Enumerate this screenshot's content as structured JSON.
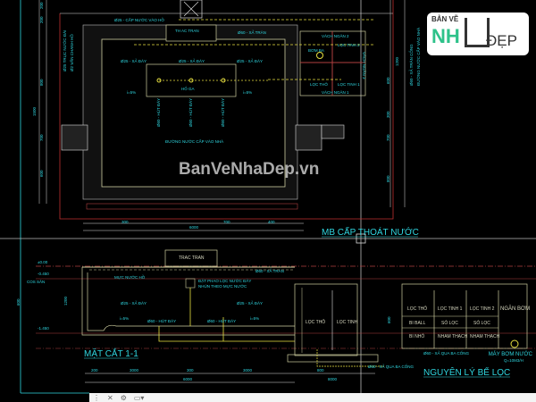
{
  "plan": {
    "title": "MB CẤP THOÁT NƯỚC",
    "labels": [
      "Ø25 - CẤP NƯỚC VÀO HỒ",
      "TH AC TRAN",
      "Ø60 - XẢ TRÀN",
      "Ø25 - XẢ ĐÁY",
      "Ø25 - XẢ ĐÁY",
      "Ø25 - XẢ ĐÁY",
      "HỐ GA",
      "Ø60 - HÚT ĐÁY",
      "Ø60 - HÚT ĐÁY",
      "Ø60 - HÚT ĐÁY",
      "ĐƯỜNG NƯỚC CẤP VÀO NHÀ",
      "i=5%",
      "i=5%",
      "VÁCH NGĂN 2",
      "VÁCH NGĂN 1",
      "LỌC THÔ",
      "LỌC TINH 1",
      "LỌC TINH 2",
      "BƠM BA",
      "VÁCH NGĂN 3",
      "Ø60 - XẢ TRÀN CỐNG",
      "ĐƯỜNG NƯỚC CẤP VÀO NHÀ",
      "Ø25 TRỤC NƯỚC ĐÀI",
      "Ø2 VẤN CHANH HỒ"
    ],
    "dims": [
      "200",
      "200",
      "800",
      "1500",
      "6000",
      "700",
      "600",
      "300",
      "1200",
      "600",
      "300",
      "700",
      "800",
      "700",
      "400"
    ]
  },
  "section": {
    "title": "MẶT CẮT 1-1",
    "labels": [
      "TRAC TRAN",
      "MỰC NƯỚC HỒ",
      "ĐẶT PHAO LỌC NƯỚC ĐÂY",
      "NHÚN THEO MỰC NƯỚC",
      "Ø25 - XẢ ĐÁY",
      "Ø25 - XẢ ĐÁY",
      "Ø60 - HÚT ĐÁY",
      "Ø60 - HÚT ĐÁY",
      "Ø60 - XẢ TRÀN",
      "i=5%",
      "i=5%",
      "LỌC THÔ",
      "LỌC TINH",
      "Ø60 - XẢ QUA BA CỐNG",
      "±0.00",
      "-0.450",
      "COS SÂN",
      "-1.450"
    ],
    "dims": [
      "200",
      "3000",
      "300",
      "3000",
      "800",
      "6000",
      "8000",
      "600",
      "1200",
      "600"
    ]
  },
  "principle": {
    "title": "NGUYÊN LÝ BỂ LỌC",
    "headers": [
      "LỌC THÔ",
      "LỌC TINH 1",
      "LỌC TINH 2",
      "NGĂN BƠM"
    ],
    "row1": [
      "BI BALL",
      "SỎ LỌC",
      "SỎ LỌC"
    ],
    "row2": [
      "BI NHỎ",
      "NHAM THẠCH",
      "NHAM THẠCH"
    ],
    "notes": [
      "Ø60 - XẢ QUA BA CỐNG",
      "MÁY BƠM NƯỚC",
      "Q=10M3/H"
    ]
  },
  "watermark": "BanVeNhaDep.vn",
  "logo": {
    "line1": "BẢN VẼ",
    "line2": "NH",
    "line3": "ĐẸP"
  },
  "statusbar": {
    "icons": [
      "grip-icon",
      "close-icon",
      "wrench-icon",
      "command-window-icon"
    ]
  }
}
